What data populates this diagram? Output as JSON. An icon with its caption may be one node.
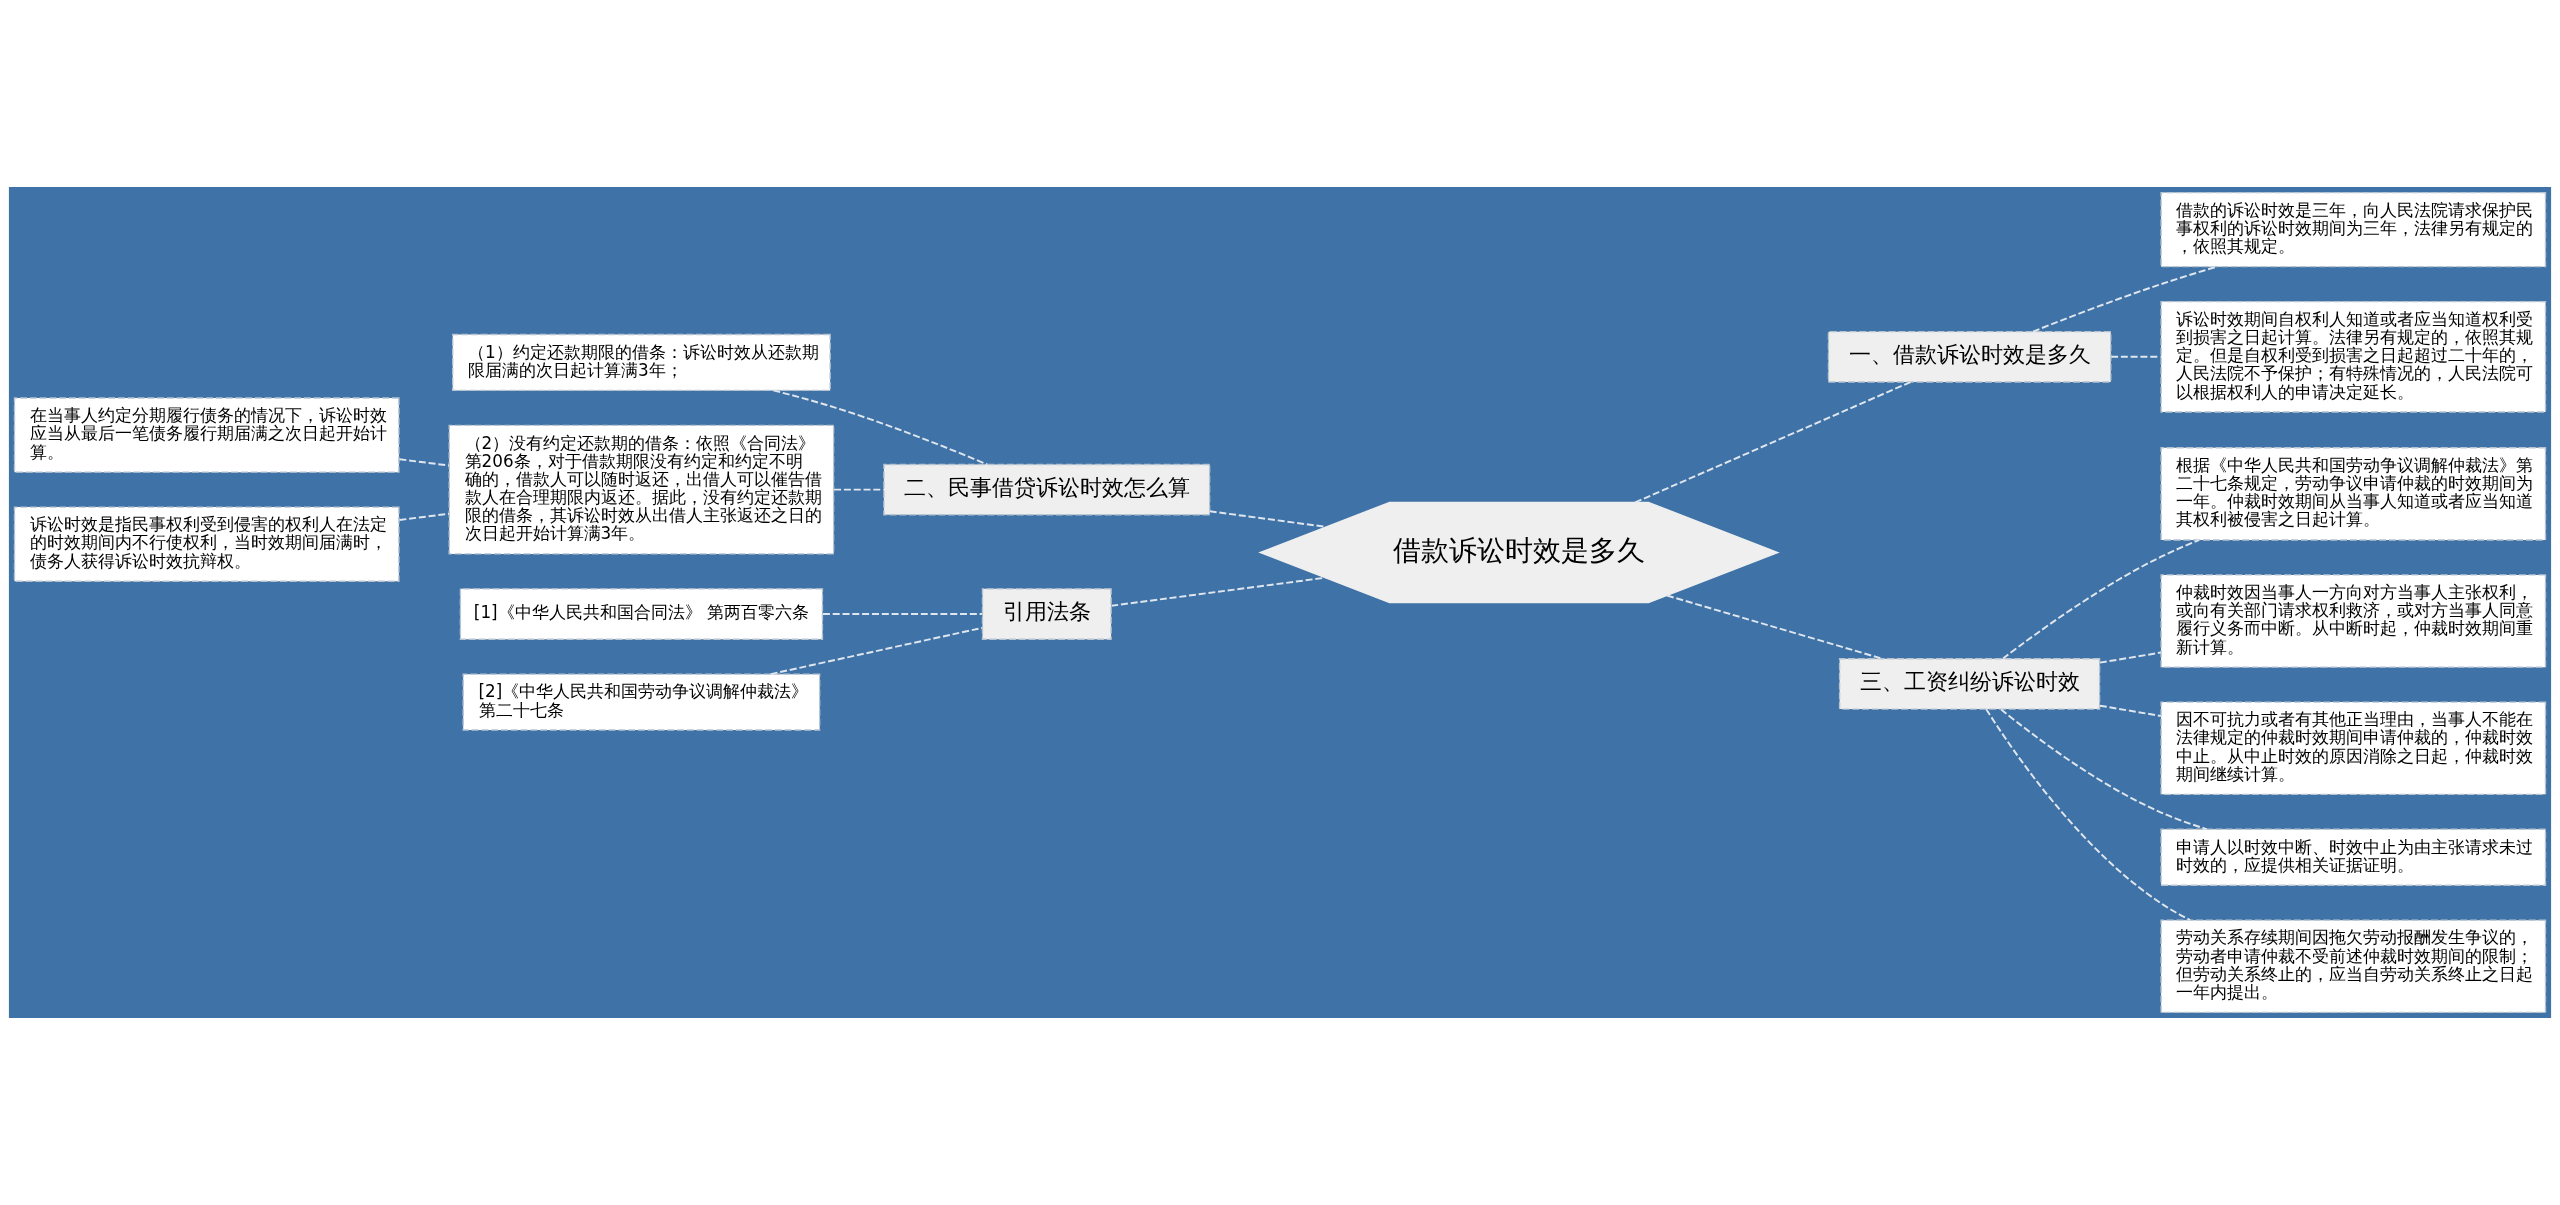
{
  "diagram": {
    "nodes": [
      {
        "text": [
          "借款诉讼时效是多久"
        ]
      },
      {
        "text": [
          "一、借款诉讼时效是多久"
        ]
      },
      {
        "text": [
          "借款的诉讼时效是三年，向人民法院请求保护民事权利的诉讼时效期间为三年，法律另有规定的，依照其规定。"
        ]
      },
      {
        "text": [
          "诉讼时效期间自权利人知道或者应当知道权利受到损害之日起计算。法律另有规定的，依照其规定。但是自权利受到损害之日起超过二十年的，人民法院不予保护；有特殊情况的，人民法院可以根据权利人的申请决定延长。"
        ]
      },
      {
        "text": [
          "二、民事借贷诉讼时效怎么算"
        ]
      },
      {
        "text": [
          "（1）约定还款期限的借条：诉讼时效从还款期限届满的次日起计算满3年；"
        ]
      },
      {
        "text": [
          "（2）没有约定还款期的借条：依照《合同法》第206条，对于借款期限没有约定和约定不明确的，借款人可以随时返还，出借人可以催告借款人在合理期限内返还。据此，没有约定还款期限的借条，其诉讼时效从出借人主张返还之日的次日起开始计算满3年。"
        ]
      },
      {
        "text": [
          "在当事人约定分期履行债务的情况下，诉讼时效应当从最后一笔债务履行期届满之次日起开始计算。"
        ]
      },
      {
        "text": [
          "诉讼时效是指民事权利受到侵害的权利人在法定的时效期间内不行使权利，当时效期间届满时，债务人获得诉讼时效抗辩权。"
        ]
      },
      {
        "text": [
          "三、工资纠纷诉讼时效"
        ]
      },
      {
        "text": [
          "根据《中华人民共和国劳动争议调解仲裁法》第二十七条规定，劳动争议申请仲裁的时效期间为一年。仲裁时效期间从当事人知道或者应当知道其权利被侵害之日起计算。"
        ]
      },
      {
        "text": [
          "仲裁时效因当事人一方向对方当事人主张权利，或向有关部门请求权利救济，或对方当事人同意履行义务而中断。从中断时起，仲裁时效期间重新计算。"
        ]
      },
      {
        "text": [
          "因不可抗力或者有其他正当理由，当事人不能在法律规定的仲裁时效期间申请仲裁的，仲裁时效中止。从中止时效的原因消除之日起，仲裁时效期间继续计算。"
        ]
      },
      {
        "text": [
          "申请人以时效中断、时效中止为由主张请求未过时效的，应提供相关证据证明。"
        ]
      },
      {
        "text": [
          "劳动关系存续期间因拖欠劳动报酬发生争议的，劳动者申请仲裁不受前述仲裁时效期间的限制；但劳动关系终止的，应当自劳动关系终止之日起一年内提出。"
        ]
      },
      {
        "text": [
          "引用法条"
        ]
      },
      {
        "text": [
          "[1]《中华人民共和国合同法》 第两百零六条"
        ]
      },
      {
        "text": [
          "[2]《中华人民共和国劳动争议调解仲裁法》第二十七条"
        ]
      }
    ],
    "edges": [
      {
        "from": 0,
        "to": 1,
        "arrow": "none"
      },
      {
        "from": 1,
        "to": 2,
        "arrow": "none"
      },
      {
        "from": 1,
        "to": 3,
        "arrow": "none"
      },
      {
        "from": 0,
        "to": 4,
        "arrow": "none"
      },
      {
        "from": 4,
        "to": 5,
        "arrow": "none"
      },
      {
        "from": 4,
        "to": 6,
        "arrow": "none"
      },
      {
        "from": 6,
        "to": 7,
        "arrow": "none"
      },
      {
        "from": 6,
        "to": 8,
        "arrow": "none"
      },
      {
        "from": 0,
        "to": 9,
        "arrow": "none"
      },
      {
        "from": 9,
        "to": 10,
        "arrow": "none"
      },
      {
        "from": 9,
        "to": 11,
        "arrow": "none"
      },
      {
        "from": 9,
        "to": 12,
        "arrow": "none"
      },
      {
        "from": 9,
        "to": 13,
        "arrow": "none"
      },
      {
        "from": 9,
        "to": 14,
        "arrow": "none"
      },
      {
        "from": 0,
        "to": 15,
        "arrow": "none"
      },
      {
        "from": 15,
        "to": 16,
        "arrow": "none"
      },
      {
        "from": 15,
        "to": 17,
        "arrow": "none"
      }
    ]
  }
}
